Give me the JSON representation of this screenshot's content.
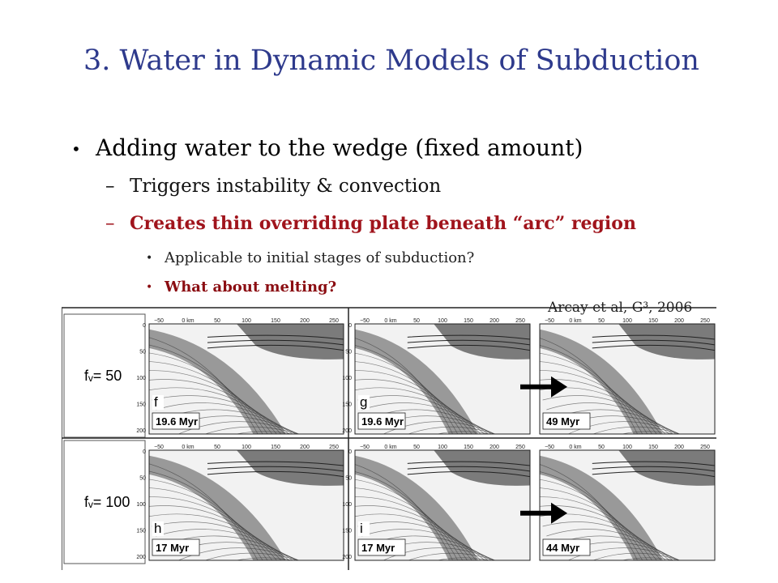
{
  "slide": {
    "title": "3. Water in Dynamic Models of Subduction",
    "bullet": "Adding water to the wedge (fixed amount)",
    "sub1": "Triggers instability & convection",
    "sub2": "Creates thin overriding plate beneath “arc” region",
    "sub3a": "Applicable to initial stages of subduction?",
    "sub3b": "What about melting?",
    "credit": "Arcay et al, G³, 2006",
    "dash": "–",
    "bullet_glyph": "•"
  },
  "figure": {
    "row_labels": [
      "fᵥ= 50",
      "fᵥ= 100"
    ],
    "top_axis_labels": [
      "−50",
      "0 km",
      "50",
      "100",
      "150",
      "200",
      "250"
    ],
    "depth_labels": [
      "0",
      "50",
      "100",
      "150",
      "200"
    ],
    "panels": [
      {
        "letter": "f",
        "time": "19.6 Myr"
      },
      {
        "letter": "g",
        "time": "19.6 Myr"
      },
      {
        "letter": "",
        "time": "49 Myr"
      },
      {
        "letter": "h",
        "time": "17 Myr"
      },
      {
        "letter": "i",
        "time": "17 Myr"
      },
      {
        "letter": "",
        "time": "44 Myr"
      }
    ],
    "colors": {
      "background": "#f2f2f2",
      "dark": "#6e6e6e",
      "slab": "#8a8a8a",
      "line": "#333333"
    }
  }
}
